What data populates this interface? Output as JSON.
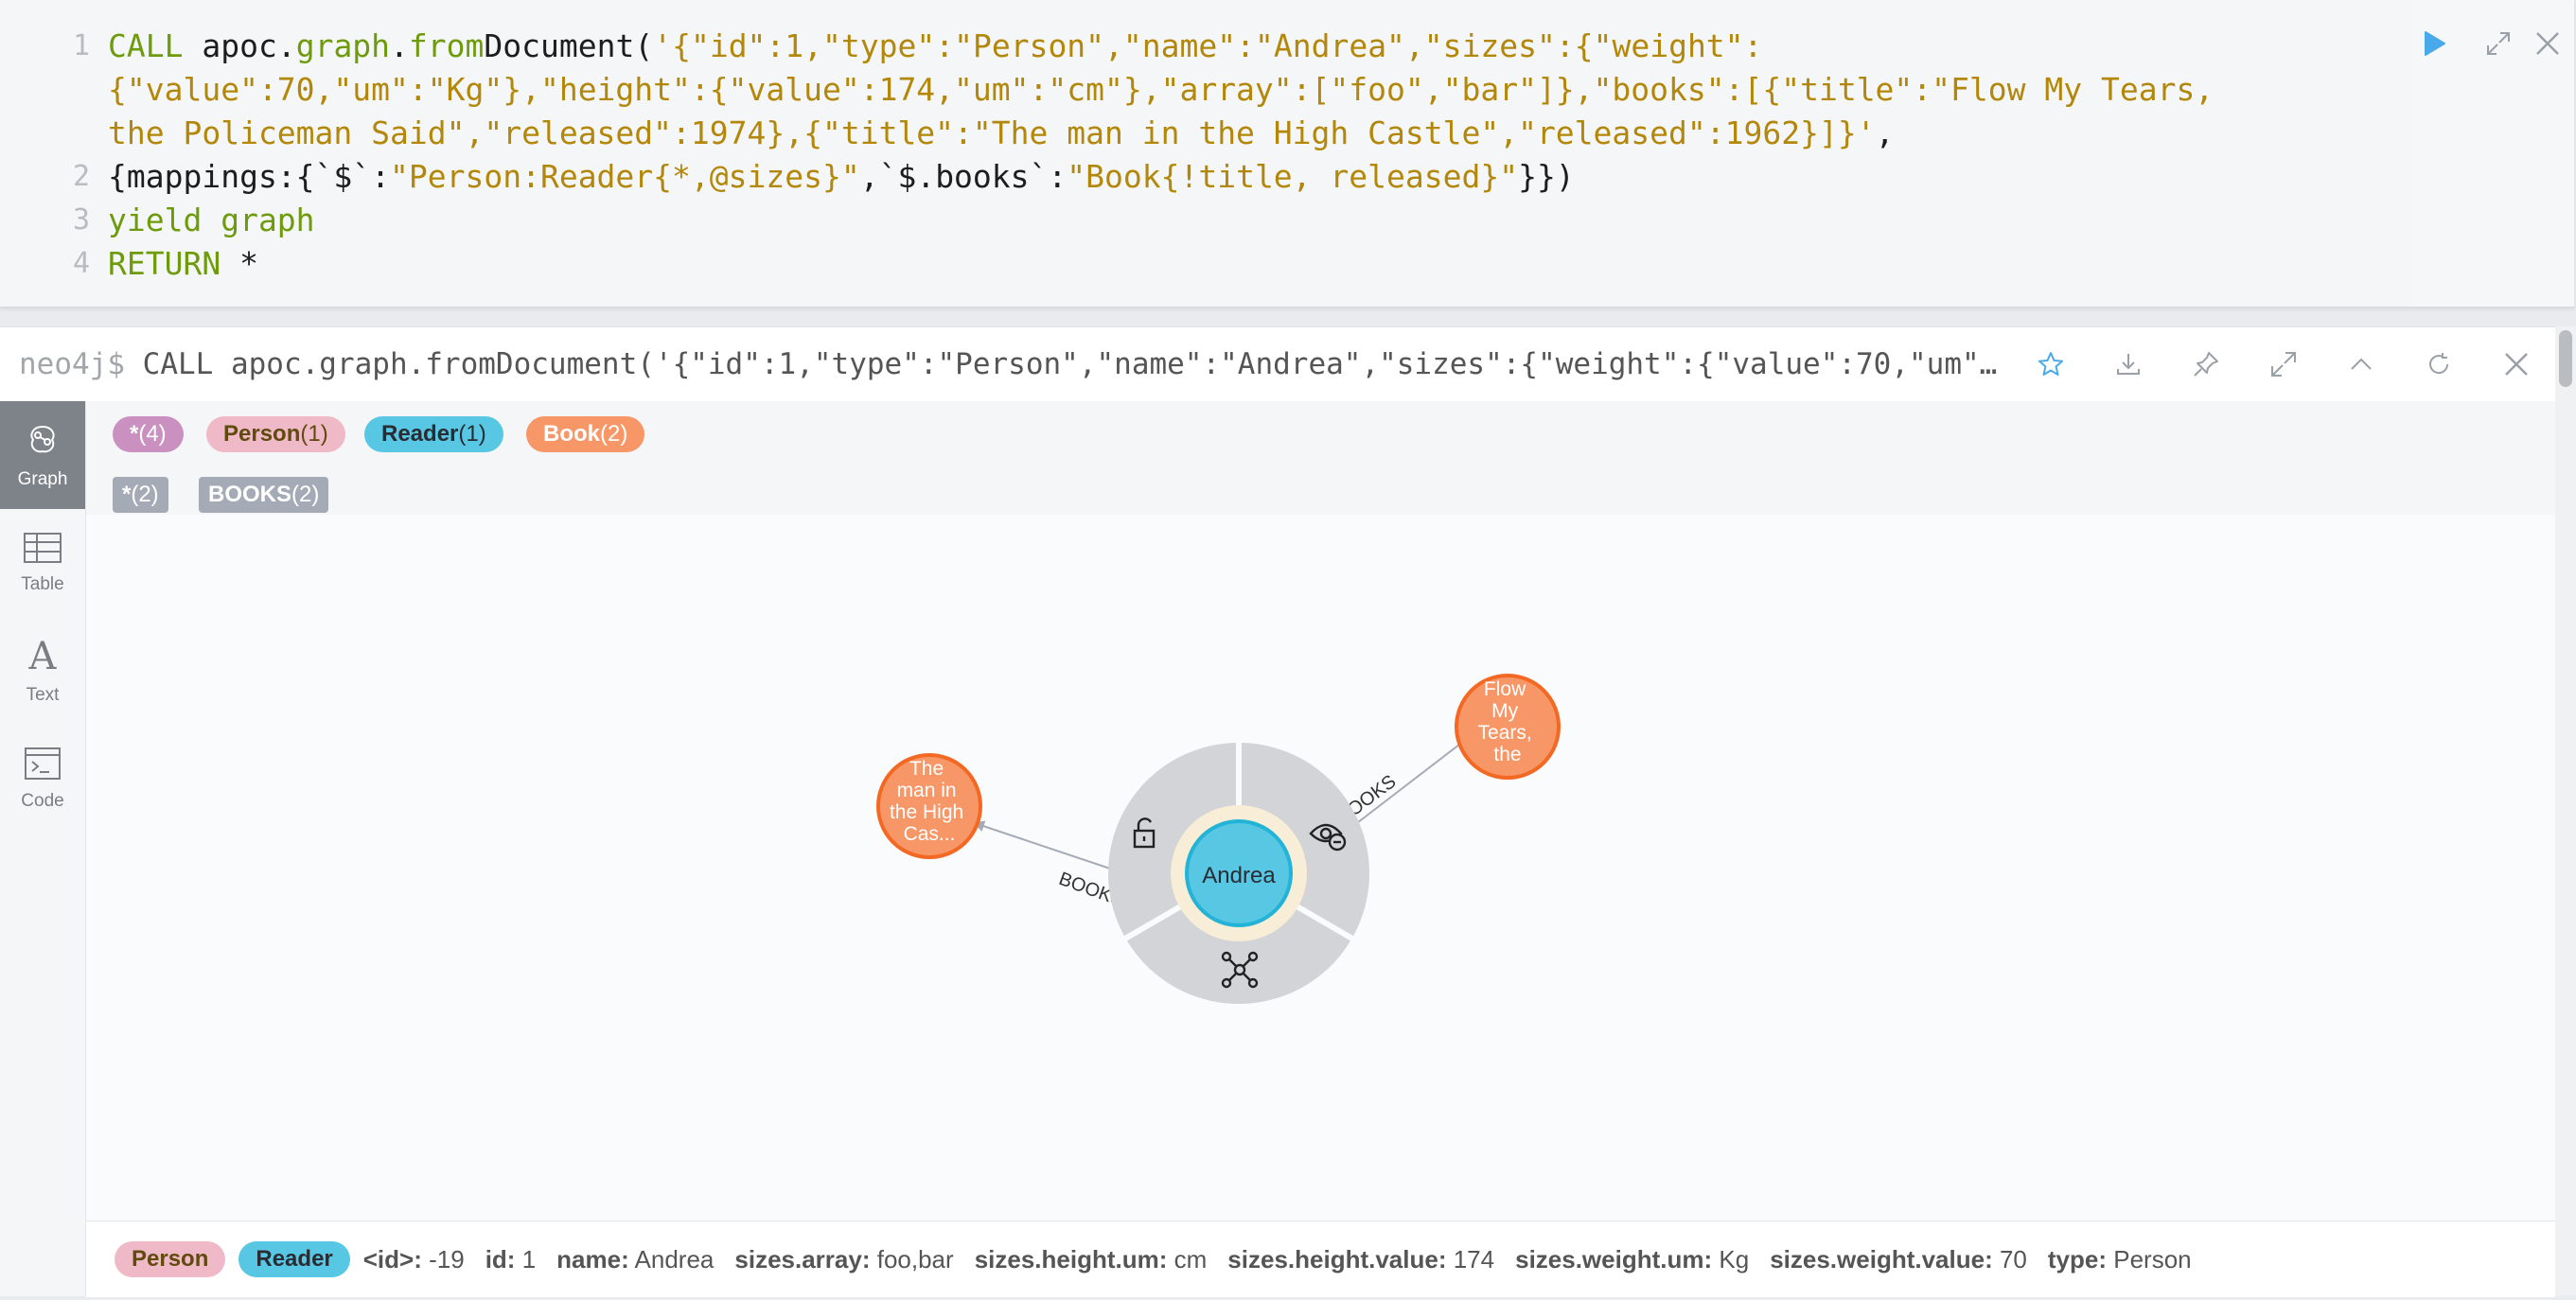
{
  "editor": {
    "lines": [
      {
        "num": "1",
        "segments": [
          {
            "t": "CALL ",
            "c": "kw"
          },
          {
            "t": "apoc",
            "c": "pl"
          },
          {
            "t": ".",
            "c": "pl"
          },
          {
            "t": "graph",
            "c": "kw"
          },
          {
            "t": ".",
            "c": "pl"
          },
          {
            "t": "from",
            "c": "kw"
          },
          {
            "t": "Document(",
            "c": "pl"
          },
          {
            "t": "'{\"id\":1,\"type\":\"Person\",\"name\":\"Andrea\",\"sizes\":{\"weight\":",
            "c": "str"
          }
        ]
      },
      {
        "num": "",
        "segments": [
          {
            "t": "{\"value\":70,\"um\":\"Kg\"},\"height\":{\"value\":174,\"um\":\"cm\"},\"array\":[\"foo\",\"bar\"]},\"books\":[{\"title\":\"Flow My Tears,",
            "c": "str"
          }
        ]
      },
      {
        "num": "",
        "segments": [
          {
            "t": "the Policeman Said\",\"released\":1974},{\"title\":\"The man in the High Castle\",\"released\":1962}]}'",
            "c": "str"
          },
          {
            "t": ",",
            "c": "pl"
          }
        ]
      },
      {
        "num": "2",
        "segments": [
          {
            "t": "{mappings:{`$`:",
            "c": "pl"
          },
          {
            "t": "\"Person:Reader{*,@sizes}\"",
            "c": "str"
          },
          {
            "t": ",`$.books`:",
            "c": "pl"
          },
          {
            "t": "\"Book{!title, released}\"",
            "c": "str"
          },
          {
            "t": "}})",
            "c": "pl"
          }
        ]
      },
      {
        "num": "3",
        "segments": [
          {
            "t": "yield graph",
            "c": "kw"
          }
        ]
      },
      {
        "num": "4",
        "segments": [
          {
            "t": "RETURN ",
            "c": "kw"
          },
          {
            "t": "*",
            "c": "pl"
          }
        ]
      }
    ]
  },
  "frame": {
    "prompt": "neo4j$",
    "command": "CALL apoc.graph.fromDocument('{\"id\":1,\"type\":\"Person\",\"name\":\"Andrea\",\"sizes\":{\"weight\":{\"value\":70,\"um\":\"Kg\"},\"height\":{\"value\":174,\"um\":\"cm\"},\"array\":[\"foo\",\"bar\"]},\"books\":[{\"title\":\"Flow My Tears, the Policeman Said\",\"released\":1974},{\"title\":\"The man in the High Castle\",\"released\":1962}]}'"
  },
  "viewnav": [
    {
      "label": "Graph",
      "icon": "graph-icon",
      "active": true
    },
    {
      "label": "Table",
      "icon": "table-icon",
      "active": false
    },
    {
      "label": "Text",
      "icon": "text-icon",
      "active": false
    },
    {
      "label": "Code",
      "icon": "code-icon",
      "active": false
    }
  ],
  "legend": {
    "labels": [
      {
        "name": "*",
        "count": "(4)",
        "bg": "#c990c0",
        "fg": "#ffffff"
      },
      {
        "name": "Person",
        "count": "(1)",
        "bg": "#f0b9c8",
        "fg": "#604a0e"
      },
      {
        "name": "Reader",
        "count": "(1)",
        "bg": "#57c7e3",
        "fg": "#2a2c34"
      },
      {
        "name": "Book",
        "count": "(2)",
        "bg": "#f79767",
        "fg": "#ffffff"
      }
    ],
    "relationships": [
      {
        "name": "*",
        "count": "(2)"
      },
      {
        "name": "BOOKS",
        "count": "(2)"
      }
    ]
  },
  "graph": {
    "center_node": {
      "label": "Andrea",
      "color": "#57c7e3",
      "border": "#23b3d7"
    },
    "book_nodes": [
      {
        "lines": [
          "The",
          "man in",
          "the High",
          "Cas..."
        ],
        "color": "#f79767",
        "border": "#f36924"
      },
      {
        "lines": [
          "Flow",
          "My",
          "Tears,",
          "the"
        ],
        "color": "#f79767",
        "border": "#f36924"
      }
    ],
    "relationship_label": "BOOKS",
    "ring_icons": [
      "unlock-icon",
      "hide-icon",
      "expand-icon"
    ]
  },
  "inspector": {
    "labels": [
      {
        "name": "Person",
        "bg": "#f0b9c8",
        "fg": "#604a0e"
      },
      {
        "name": "Reader",
        "bg": "#57c7e3",
        "fg": "#2a2c34"
      }
    ],
    "properties": [
      {
        "key": "<id>:",
        "value": "-19"
      },
      {
        "key": "id:",
        "value": "1"
      },
      {
        "key": "name:",
        "value": "Andrea"
      },
      {
        "key": "sizes.array:",
        "value": "foo,bar"
      },
      {
        "key": "sizes.height.um:",
        "value": "cm"
      },
      {
        "key": "sizes.height.value:",
        "value": "174"
      },
      {
        "key": "sizes.weight.um:",
        "value": "Kg"
      },
      {
        "key": "sizes.weight.value:",
        "value": "70"
      },
      {
        "key": "type:",
        "value": "Person"
      }
    ]
  },
  "colors": {
    "accent": "#4aa9e9",
    "icon_gray": "#9aa0a7"
  }
}
